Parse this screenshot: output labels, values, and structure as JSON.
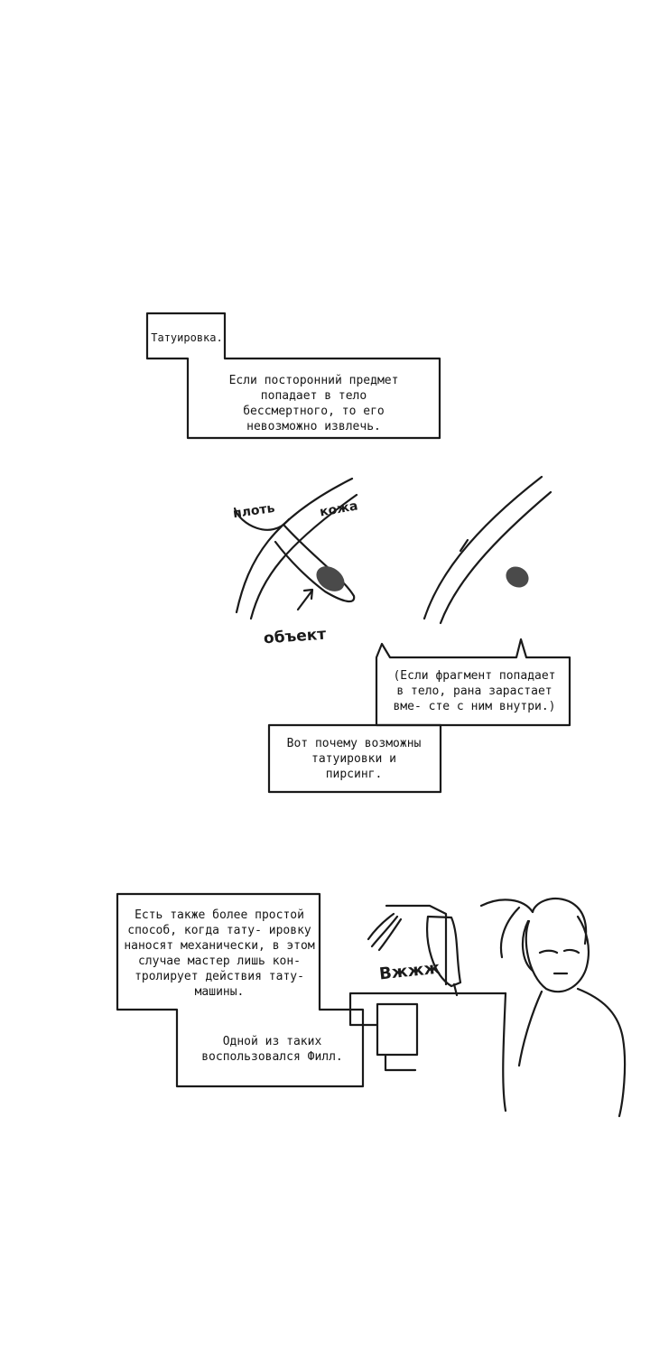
{
  "panel1": {
    "caption_title": "Татуировка.",
    "caption_body": "Если посторонний предмет попадает в тело бессмертного, то его невозможно извлечь."
  },
  "panel2": {
    "label_flesh": "плоть",
    "label_skin": "кожа",
    "label_object": "объект",
    "bubble_text": "(Если фрагмент попадает в тело, рана зарастает вме- сте с ним внутри.)",
    "caption": "Вот почему возможны татуировки и пирсинг."
  },
  "panel3": {
    "caption_main": "Есть также более простой способ, когда тату- ировку наносят механически, в этом случае мастер лишь кон- тролирует действия тату- машины.",
    "caption_phil": "Одной из таких воспользовался Филл.",
    "sfx": "Вжжж"
  }
}
